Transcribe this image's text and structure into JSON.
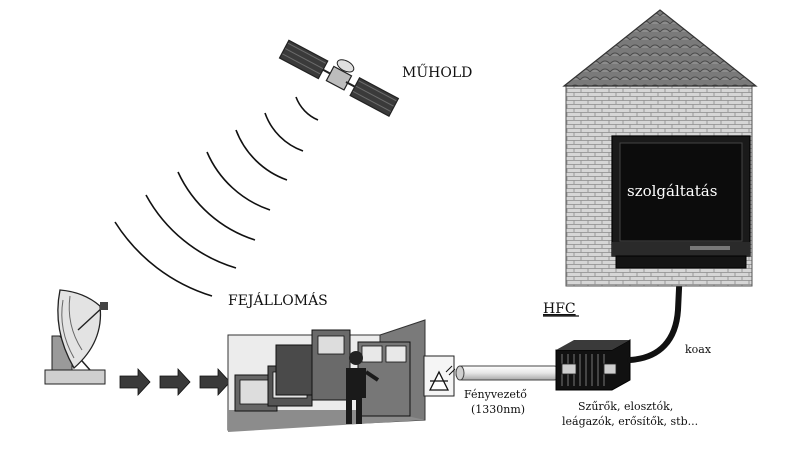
{
  "labels": {
    "satellite": "MŰHOLD",
    "headend": "FEJÁLLOMÁS",
    "hfc": "HFC",
    "service": "szolgáltatás",
    "coax": "koax",
    "fiber_line1": "Fényvezető",
    "fiber_line2": "(1330nm)",
    "node_line1": "Szűrők, elosztók,",
    "node_line2": "leágazók, erősítők, stb..."
  },
  "icons": [
    "satellite-icon",
    "signal-wave-icon",
    "dish-antenna-icon",
    "arrow-right-icon",
    "headend-room-icon",
    "optical-transmitter-icon",
    "fiber-cable-icon",
    "hfc-node-icon",
    "coax-cable-icon",
    "house-icon",
    "television-icon"
  ],
  "colors": {
    "roof": "#6e6e6e",
    "wall": "#d9d9d9",
    "tv_screen": "#0c0c0c",
    "node": "#111111",
    "fiber": "#e8e8e8"
  }
}
